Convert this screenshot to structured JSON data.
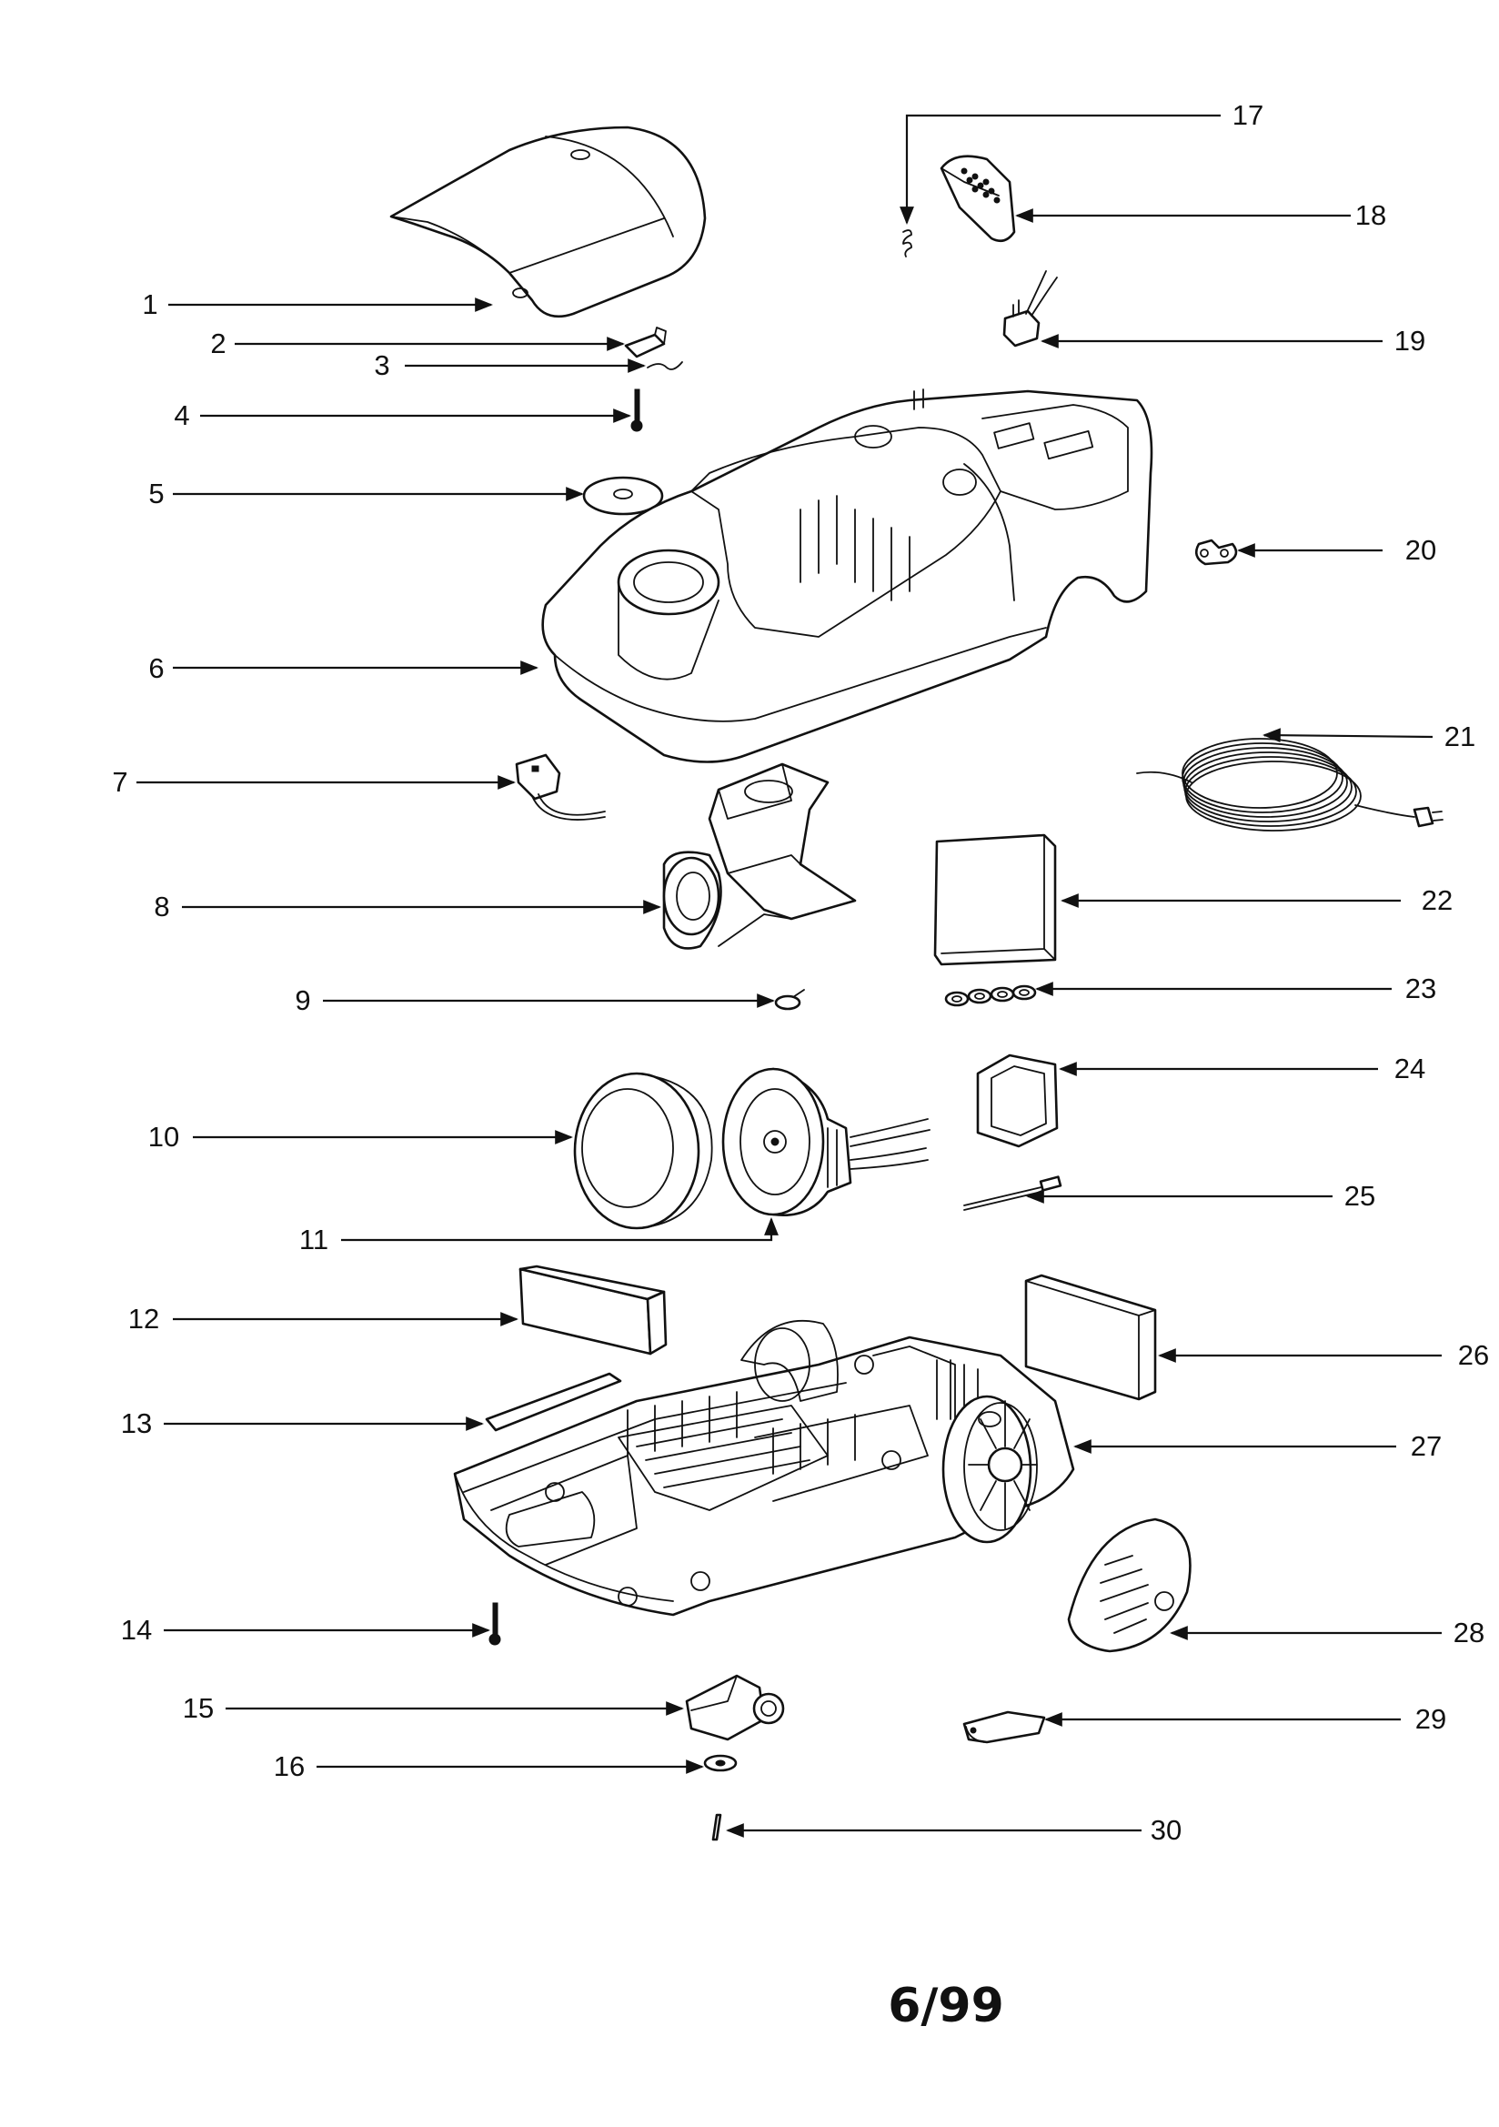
{
  "footer": {
    "date_code": "6/99"
  },
  "callouts": [
    "1",
    "2",
    "3",
    "4",
    "5",
    "6",
    "7",
    "8",
    "9",
    "10",
    "11",
    "12",
    "13",
    "14",
    "15",
    "16",
    "17",
    "18",
    "19",
    "20",
    "21",
    "22",
    "23",
    "24",
    "25",
    "26",
    "27",
    "28",
    "29",
    "30"
  ]
}
